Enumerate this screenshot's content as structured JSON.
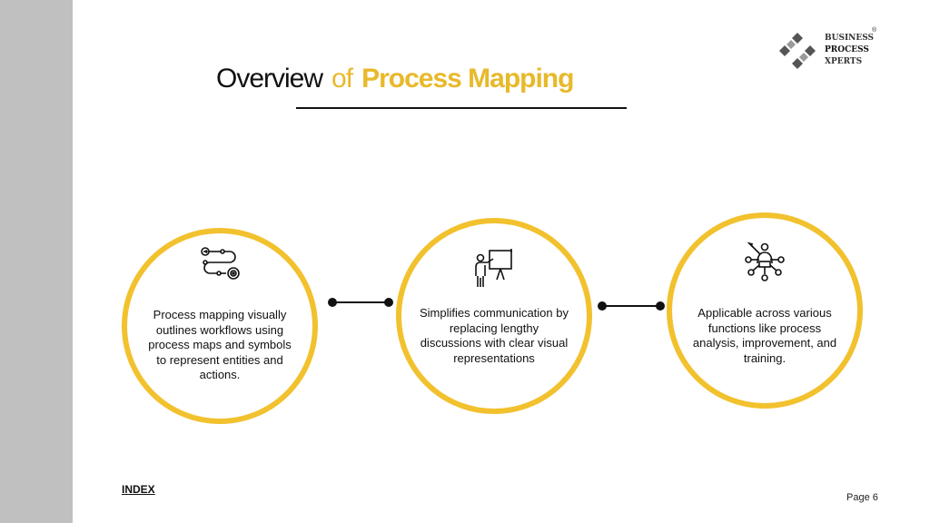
{
  "brand": {
    "line1": "BUSINESS",
    "line2": "PROCESS",
    "line3": "XPERTS",
    "registered": "®",
    "logo_color": "#555555"
  },
  "title": {
    "part1": "Overview",
    "part2": "of",
    "part3": "Process Mapping"
  },
  "colors": {
    "accent": "#f2c12e",
    "sidebar": "#c0c0c0",
    "text": "#111111"
  },
  "cards": [
    {
      "icon": "workflow-path-icon",
      "text": "Process mapping visually outlines workflows using process maps and symbols to represent entities and actions."
    },
    {
      "icon": "presentation-icon",
      "text": "Simplifies communication by replacing lengthy discussions with clear visual representations"
    },
    {
      "icon": "network-presenter-icon",
      "text": "Applicable across various functions like process analysis, improvement, and training."
    }
  ],
  "footer": {
    "index_label": "INDEX",
    "page_label": "Page 6"
  }
}
